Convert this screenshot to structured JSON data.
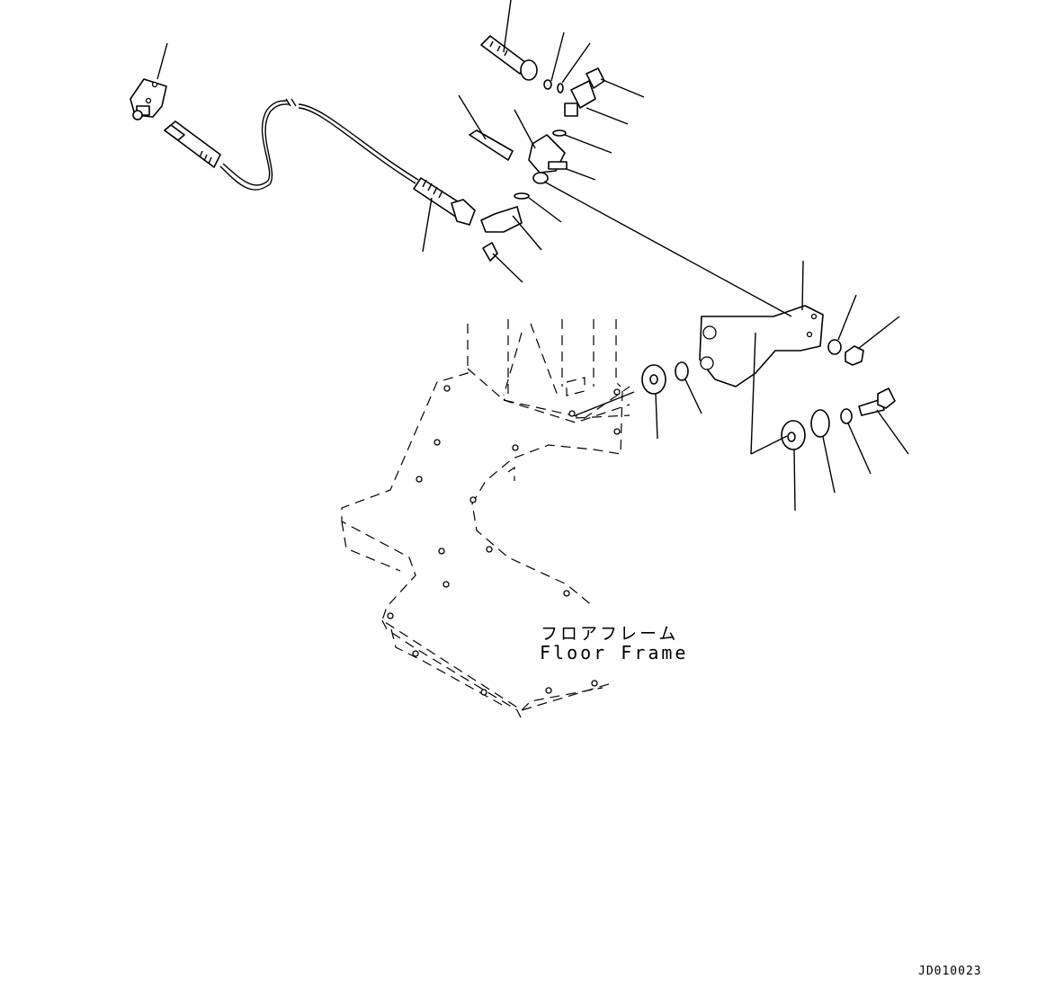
{
  "labels": {
    "floor_frame_jp": "フロアフレーム",
    "floor_frame_en": "Floor Frame"
  },
  "drawing_id": "JD010023",
  "colors": {
    "line": "#000000",
    "background": "#ffffff"
  }
}
